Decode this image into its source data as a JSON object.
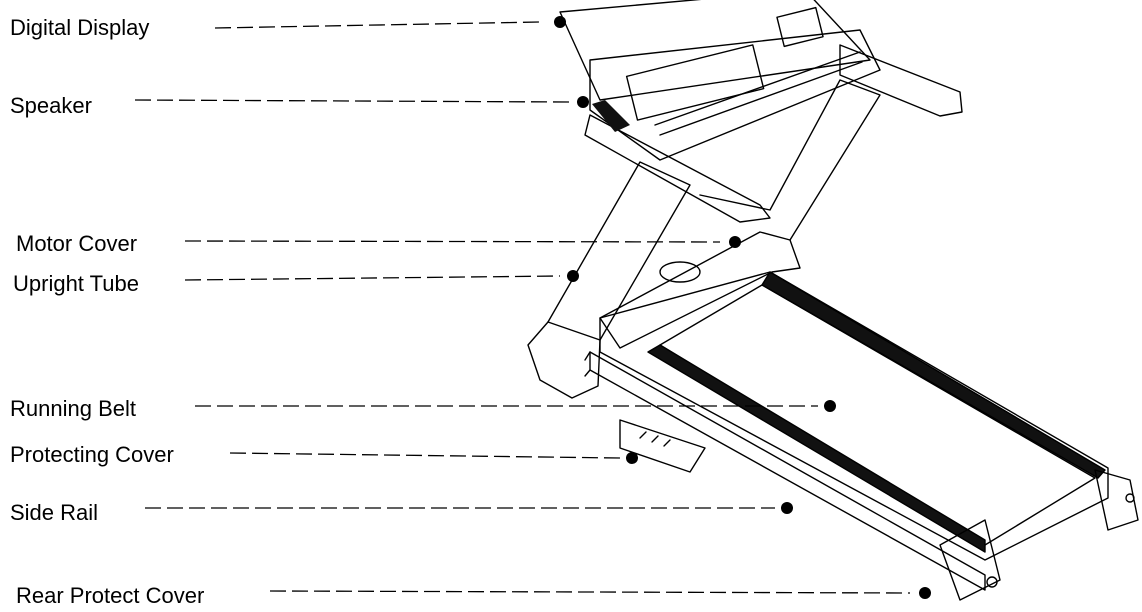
{
  "diagram": {
    "callouts": [
      {
        "id": "digital-display",
        "label": "Digital Display"
      },
      {
        "id": "speaker",
        "label": "Speaker"
      },
      {
        "id": "motor-cover",
        "label": "Motor Cover"
      },
      {
        "id": "upright-tube",
        "label": "Upright Tube"
      },
      {
        "id": "running-belt",
        "label": "Running Belt"
      },
      {
        "id": "protecting-cover",
        "label": "Protecting Cover"
      },
      {
        "id": "side-rail",
        "label": "Side Rail"
      },
      {
        "id": "rear-protect-cover",
        "label": "Rear Protect Cover"
      }
    ]
  }
}
